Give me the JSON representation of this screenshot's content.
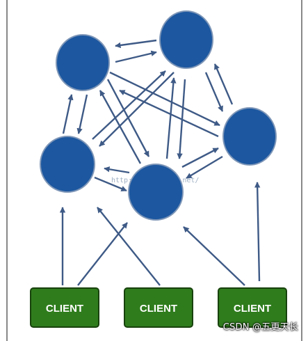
{
  "client_label": "CLIENT",
  "watermark_text": "http://blog.csdn.net/",
  "credit_text": "CSDN @五更天长",
  "colors": {
    "node_fill": "#1c57a0",
    "client_fill": "#2f7c1d",
    "arrow": "#3e5a86"
  }
}
